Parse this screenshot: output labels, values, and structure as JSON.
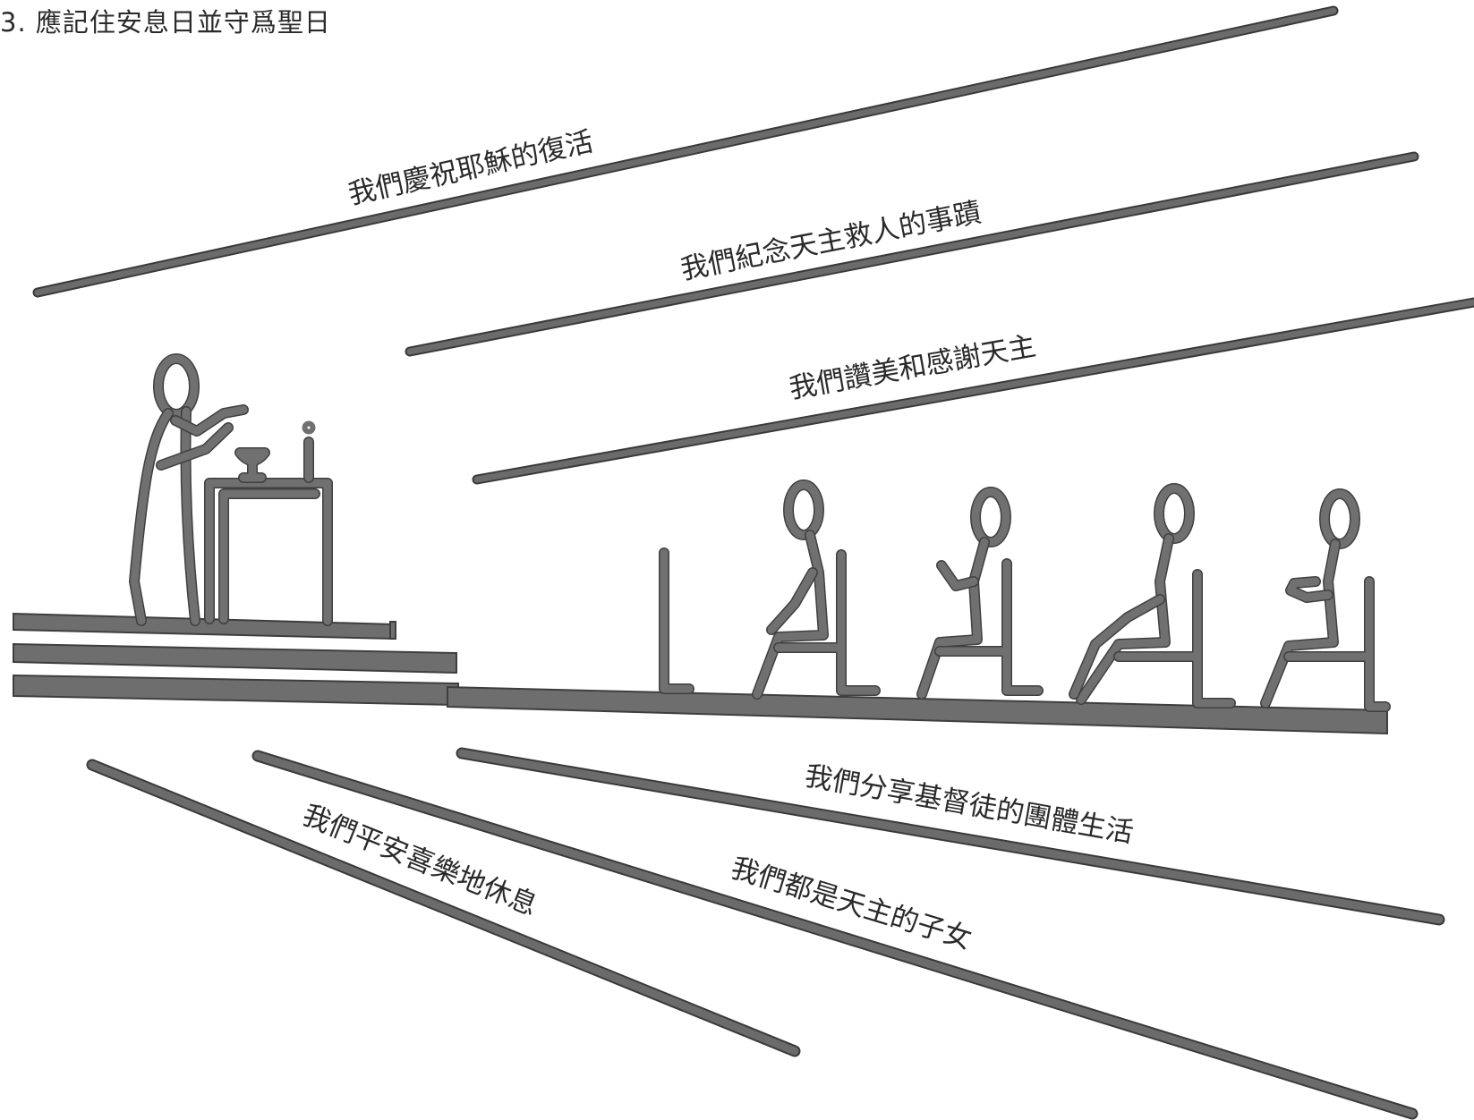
{
  "heading": "3.  應記住安息日並守爲聖日",
  "rays_upper": [
    "我們慶祝耶穌的復活",
    "我們紀念天主救人的事蹟",
    "我們讚美和感謝天主"
  ],
  "rays_lower": [
    "我們分享基督徒的團體生活",
    "我們都是天主的子女",
    "我們平安喜樂地休息"
  ]
}
